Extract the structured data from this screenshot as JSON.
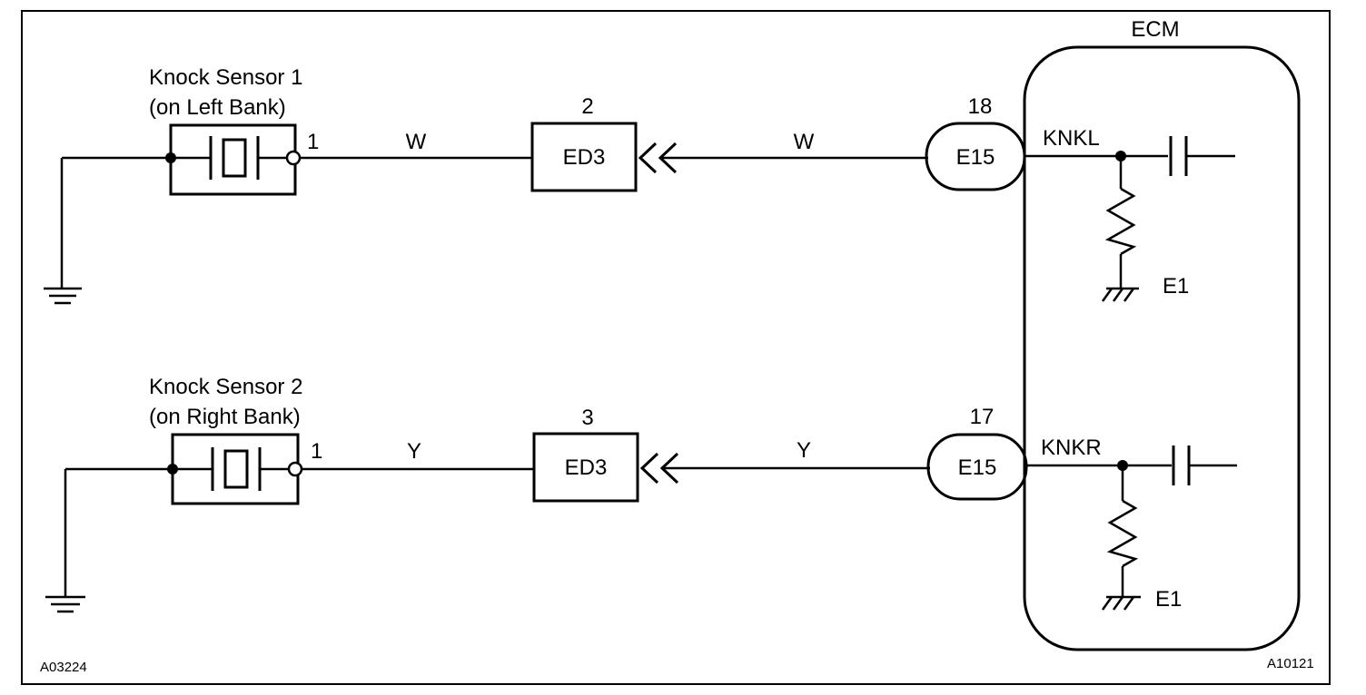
{
  "diagram": {
    "ecm_title": "ECM",
    "bottom_left_code": "A03224",
    "bottom_right_code": "A10121",
    "circuits": [
      {
        "sensor_name": "Knock Sensor 1",
        "sensor_location": "(on Left Bank)",
        "sensor_pin": "1",
        "wire_color_left": "W",
        "connector_pin": "2",
        "connector_label": "ED3",
        "wire_color_right": "W",
        "ecm_pin": "18",
        "ecm_connector": "E15",
        "ecm_signal": "KNKL",
        "ecm_ground": "E1"
      },
      {
        "sensor_name": "Knock Sensor 2",
        "sensor_location": "(on Right Bank)",
        "sensor_pin": "1",
        "wire_color_left": "Y",
        "connector_pin": "3",
        "connector_label": "ED3",
        "wire_color_right": "Y",
        "ecm_pin": "17",
        "ecm_connector": "E15",
        "ecm_signal": "KNKR",
        "ecm_ground": "E1"
      }
    ]
  }
}
